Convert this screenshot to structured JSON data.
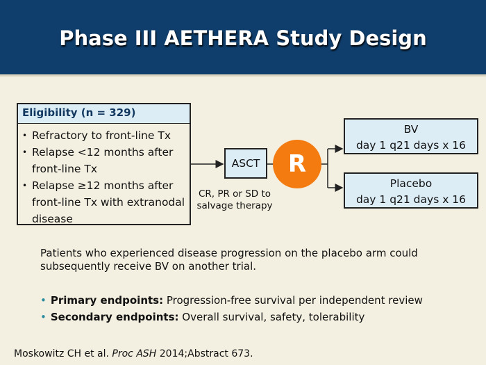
{
  "title": "Phase III AETHERA Study Design",
  "eligibility": {
    "header": "Eligibility (n = 329)",
    "items": [
      "Refractory to front-line Tx",
      "Relapse <12 months after front-line Tx",
      "Relapse ≥12 months after front-line Tx with extranodal disease"
    ]
  },
  "asct": "ASCT",
  "randomize": "R",
  "asct_note": "CR, PR or SD to salvage therapy",
  "arms": [
    {
      "name": "BV",
      "schedule": "day 1 q21 days x 16"
    },
    {
      "name": "Placebo",
      "schedule": "day 1 q21 days x 16"
    }
  ],
  "note": "Patients who experienced disease progression on the placebo arm could subsequently receive BV on another trial.",
  "endpoints": [
    {
      "label": "Primary endpoints:",
      "text": " Progression-free survival per independent review"
    },
    {
      "label": "Secondary endpoints:",
      "text": " Overall survival, safety, tolerability"
    }
  ],
  "citation": {
    "authors": "Moskowitz CH et al. ",
    "journal": "Proc ASH",
    "rest": " 2014;Abstract 673."
  },
  "colors": {
    "header": "#0f3e6c",
    "accent": "#f47b10",
    "box": "#dcedf6"
  }
}
